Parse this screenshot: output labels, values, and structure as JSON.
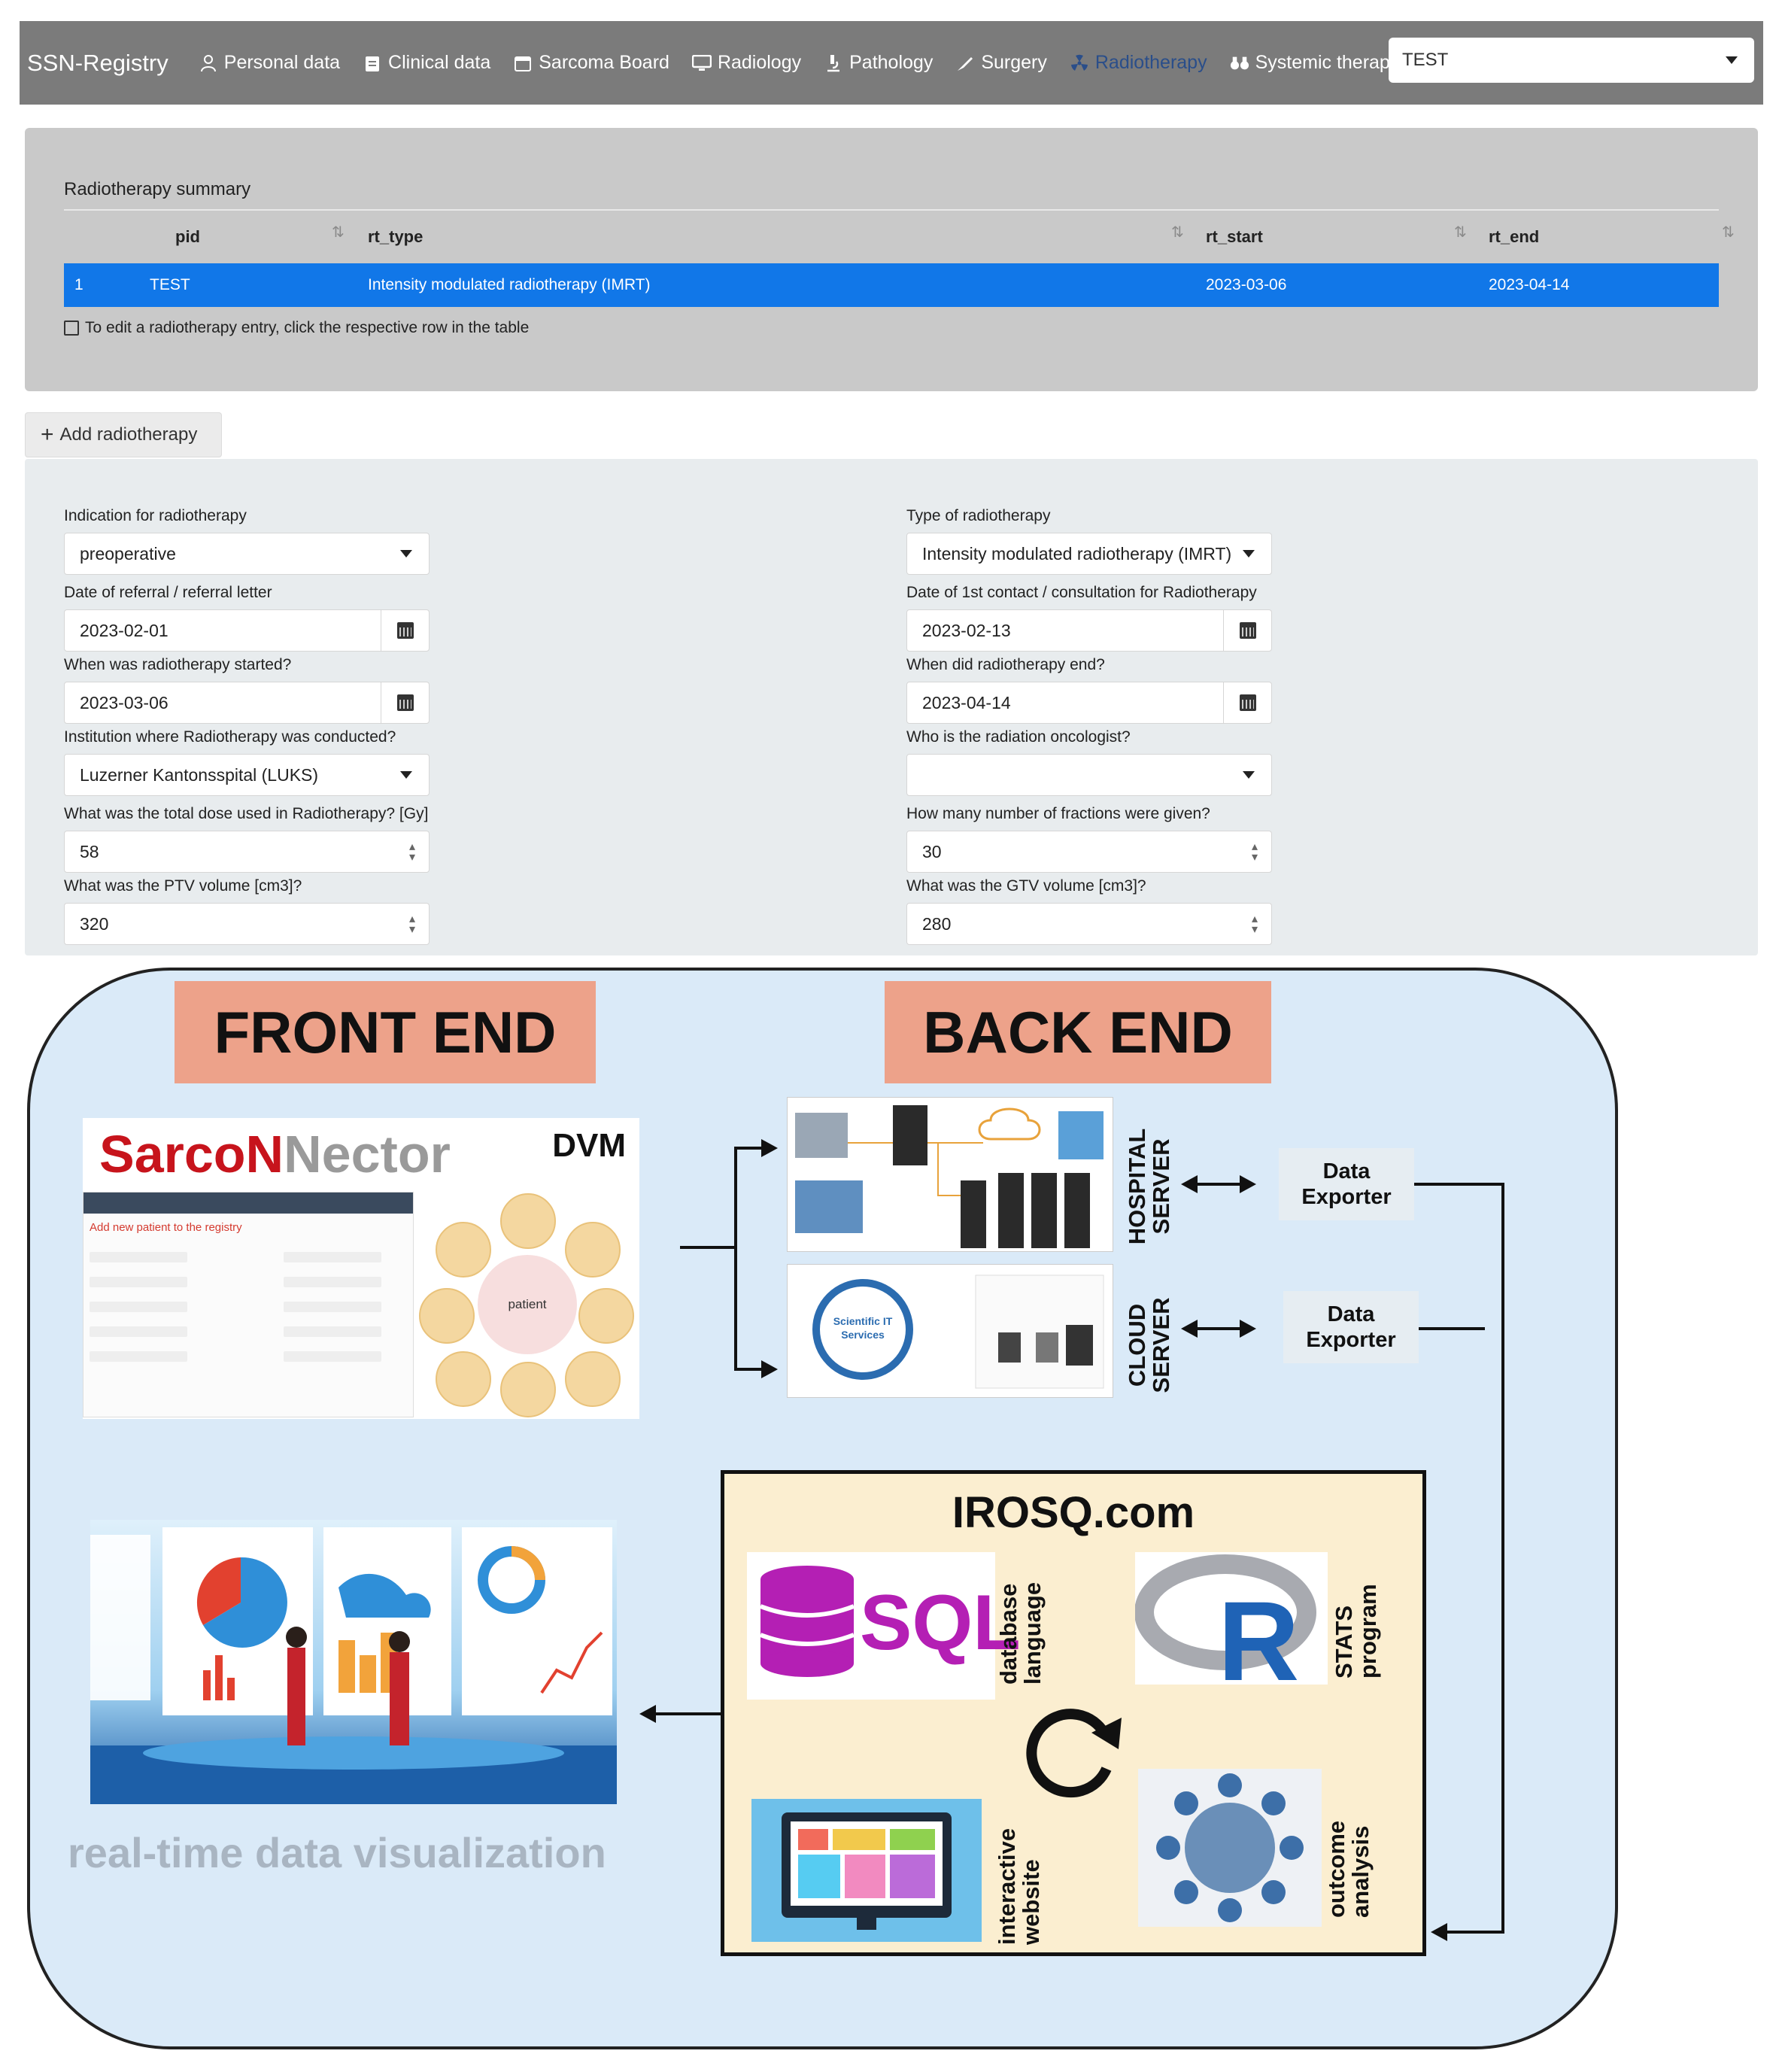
{
  "navbar": {
    "brand": "SSN-Registry",
    "items": [
      {
        "label": "Personal data",
        "icon": "person-icon"
      },
      {
        "label": "Clinical data",
        "icon": "clipboard-icon"
      },
      {
        "label": "Sarcoma Board",
        "icon": "calendar-icon"
      },
      {
        "label": "Radiology",
        "icon": "monitor-icon"
      },
      {
        "label": "Pathology",
        "icon": "microscope-icon"
      },
      {
        "label": "Surgery",
        "icon": "scalpel-icon"
      },
      {
        "label": "Radiotherapy",
        "icon": "radiation-icon",
        "active": true
      },
      {
        "label": "Systemic therapy",
        "icon": "binoculars-icon"
      }
    ],
    "patient_select": "TEST"
  },
  "summary": {
    "title": "Radiotherapy summary",
    "columns": [
      "pid",
      "rt_type",
      "rt_start",
      "rt_end"
    ],
    "rows": [
      {
        "index": "1",
        "pid": "TEST",
        "rt_type": "Intensity modulated radiotherapy (IMRT)",
        "rt_start": "2023-03-06",
        "rt_end": "2023-04-14"
      }
    ],
    "hint": "To edit a radiotherapy entry, click the respective row in the table"
  },
  "add_button": "Add radiotherapy",
  "form": {
    "indication": {
      "label": "Indication for radiotherapy",
      "value": "preoperative"
    },
    "type": {
      "label": "Type of radiotherapy",
      "value": "Intensity modulated radiotherapy (IMRT)"
    },
    "referral_date": {
      "label": "Date of referral / referral letter",
      "value": "2023-02-01"
    },
    "first_contact": {
      "label": "Date of 1st contact / consultation for Radiotherapy",
      "value": "2023-02-13"
    },
    "started": {
      "label": "When was radiotherapy started?",
      "value": "2023-03-06"
    },
    "ended": {
      "label": "When did radiotherapy end?",
      "value": "2023-04-14"
    },
    "institution": {
      "label": "Institution where Radiotherapy was conducted?",
      "value": "Luzerner Kantonsspital (LUKS)"
    },
    "oncologist": {
      "label": "Who is the radiation oncologist?",
      "value": ""
    },
    "total_dose": {
      "label": "What was the total dose used in Radiotherapy? [Gy]",
      "value": "58"
    },
    "fractions": {
      "label": "How many number of fractions were given?",
      "value": "30"
    },
    "ptv_volume": {
      "label": "What was the PTV volume [cm3]?",
      "value": "320"
    },
    "gtv_volume": {
      "label": "What was the GTV volume [cm3]?",
      "value": "280"
    }
  },
  "diagram": {
    "front_end": "FRONT END",
    "back_end": "BACK END",
    "sarco_logo_a": "SarcoN",
    "sarco_logo_b": "Nector",
    "dvm": "DVM",
    "mini_title": "Add new patient to the registry",
    "patient": "patient",
    "hospital_server": [
      "HOSPITAL",
      "SERVER"
    ],
    "cloud_server": [
      "CLOUD",
      "SERVER"
    ],
    "exporter": [
      "Data",
      "Exporter"
    ],
    "irosq": "IROSQ.com",
    "sql": "SQL",
    "r_letter": "R",
    "database_language": [
      "database",
      "language"
    ],
    "stats_program": [
      "STATS",
      "program"
    ],
    "interactive_website": [
      "interactive",
      "website"
    ],
    "outcome_analysis": [
      "outcome",
      "analysis"
    ],
    "viz_caption": "real-time data visualization"
  }
}
